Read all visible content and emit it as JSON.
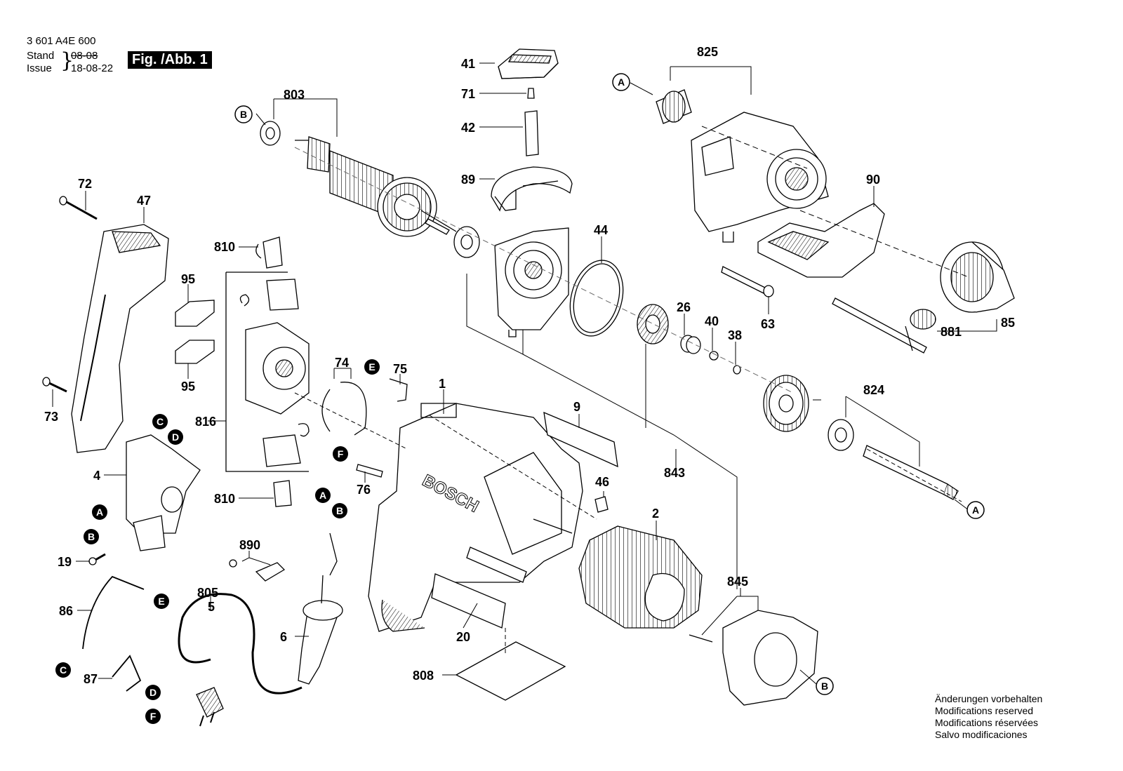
{
  "header": {
    "part_number": "3 601 A4E 600",
    "stand_label": "Stand",
    "issue_label": "Issue",
    "stand_date": "08-08",
    "issue_date": "18-08-22",
    "figure_label": "Fig. /Abb. 1"
  },
  "parts": [
    "41",
    "71",
    "42",
    "89",
    "803",
    "72",
    "47",
    "95",
    "95",
    "73",
    "810",
    "816",
    "810",
    "4",
    "19",
    "86",
    "87",
    "74",
    "75",
    "76",
    "1",
    "9",
    "20",
    "808",
    "805",
    "5",
    "6",
    "890",
    "44",
    "26",
    "40",
    "38",
    "825",
    "90",
    "63",
    "85",
    "881",
    "824",
    "843",
    "46",
    "2",
    "845"
  ],
  "callouts": [
    "A",
    "B",
    "C",
    "D",
    "E",
    "F"
  ],
  "modifications_notice": [
    "Änderungen vorbehalten",
    "Modifications reserved",
    "Modifications réservées",
    "Salvo modificaciones"
  ],
  "brand_marking": "BOSCH",
  "colors": {
    "ink": "#000000",
    "paper": "#ffffff",
    "shade": "#d9d9d9"
  }
}
